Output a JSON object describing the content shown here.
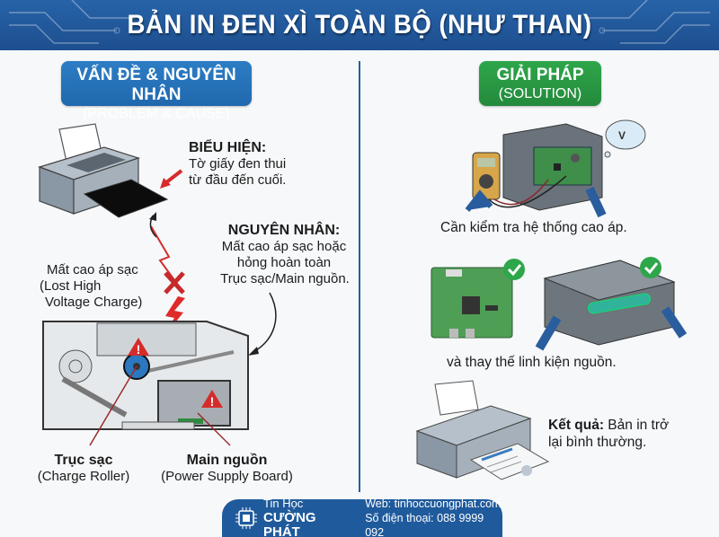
{
  "header": {
    "title": "BẢN IN ĐEN XÌ TOÀN BỘ (NHƯ THAN)"
  },
  "left": {
    "pill": {
      "line1": "VẤN ĐỀ & NGUYÊN NHÂN",
      "line2": "(PROBLEM & CAUSE)",
      "color": "#2068ae"
    },
    "symptom": {
      "title": "BIỂU HIỆN:",
      "line1": "Tờ giấy đen thui",
      "line2": "từ đầu đến cuối."
    },
    "cause": {
      "title": "NGUYÊN NHÂN:",
      "line1": "Mất cao áp sạc hoặc",
      "line2": "hỏng hoàn toàn",
      "line3": "Trục sạc/Main nguồn."
    },
    "lost_voltage": {
      "line1": "Mất cao áp sạc",
      "line2": "(Lost High",
      "line3": "Voltage Charge)"
    },
    "charge_roller": {
      "title": "Trục sạc",
      "subtitle": "(Charge Roller)"
    },
    "power_board": {
      "title": "Main nguồn",
      "subtitle": "(Power Supply Board)"
    }
  },
  "right": {
    "pill": {
      "line1": "GIẢI PHÁP",
      "line2": "(SOLUTION)",
      "color": "#248a3c"
    },
    "step1": "Cần kiểm tra hệ thống cao áp.",
    "step2": "và thay thế linh kiện nguồn.",
    "result": {
      "label": "Kết quả:",
      "line1": " Bản in trở",
      "line2": "lại bình thường."
    },
    "meter_glyph": "V"
  },
  "footer": {
    "brand_line1": "Tin Học",
    "brand_line2": "CƯỜNG PHÁT",
    "web": "Web: tinhoccuongphat.com",
    "phone": "Số điện thoại: 088 9999 092",
    "color": "#1f5a9c"
  }
}
